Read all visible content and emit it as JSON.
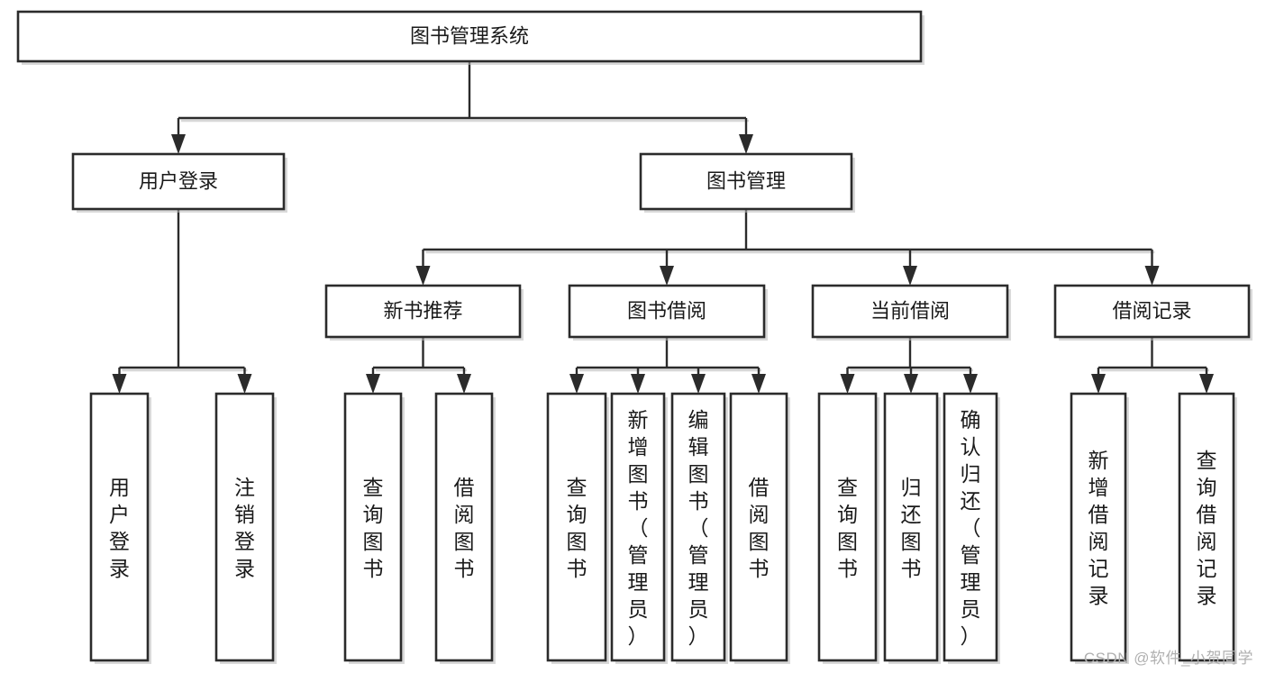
{
  "diagram": {
    "type": "tree",
    "title": "图书管理系统",
    "orientation": "top-down",
    "edge_style": "orthogonal-arrow",
    "colors": {
      "box_border": "#2b2b2b",
      "box_fill": "#ffffff",
      "text": "#1a1a1a",
      "shadow": "#b9b9b9",
      "watermark": "#b0b0b0"
    },
    "root": {
      "id": "root",
      "label": "图书管理系统",
      "orientation": "horizontal"
    },
    "level2": [
      {
        "id": "user-login",
        "label": "用户登录",
        "orientation": "horizontal"
      },
      {
        "id": "book-manage",
        "label": "图书管理",
        "orientation": "horizontal"
      }
    ],
    "level3": [
      {
        "id": "new-book-recommend",
        "label": "新书推荐",
        "orientation": "horizontal",
        "parent": "book-manage"
      },
      {
        "id": "book-borrow",
        "label": "图书借阅",
        "orientation": "horizontal",
        "parent": "book-manage"
      },
      {
        "id": "current-borrow",
        "label": "当前借阅",
        "orientation": "horizontal",
        "parent": "book-manage"
      },
      {
        "id": "borrow-record",
        "label": "借阅记录",
        "orientation": "horizontal",
        "parent": "book-manage"
      }
    ],
    "leaves": {
      "user_login": [
        {
          "id": "leaf-user-login",
          "label": "用户登录",
          "orientation": "vertical"
        },
        {
          "id": "leaf-logout",
          "label": "注销登录",
          "orientation": "vertical"
        }
      ],
      "new_book_recommend": [
        {
          "id": "leaf-query-book-1",
          "label": "查询图书",
          "orientation": "vertical"
        },
        {
          "id": "leaf-borrow-book-1",
          "label": "借阅图书",
          "orientation": "vertical"
        }
      ],
      "book_borrow": [
        {
          "id": "leaf-query-book-2",
          "label": "查询图书",
          "orientation": "vertical"
        },
        {
          "id": "leaf-add-book",
          "label": "新增图书（管理员）",
          "orientation": "vertical"
        },
        {
          "id": "leaf-edit-book",
          "label": "编辑图书（管理员）",
          "orientation": "vertical"
        },
        {
          "id": "leaf-borrow-book-2",
          "label": "借阅图书",
          "orientation": "vertical"
        }
      ],
      "current_borrow": [
        {
          "id": "leaf-query-book-3",
          "label": "查询图书",
          "orientation": "vertical"
        },
        {
          "id": "leaf-return-book",
          "label": "归还图书",
          "orientation": "vertical"
        },
        {
          "id": "leaf-confirm-return",
          "label": "确认归还（管理员）",
          "orientation": "vertical"
        }
      ],
      "borrow_record": [
        {
          "id": "leaf-add-record",
          "label": "新增借阅记录",
          "orientation": "vertical"
        },
        {
          "id": "leaf-query-record",
          "label": "查询借阅记录",
          "orientation": "vertical"
        }
      ]
    }
  },
  "watermark": {
    "text": "CSDN @软件_小贺同学"
  }
}
